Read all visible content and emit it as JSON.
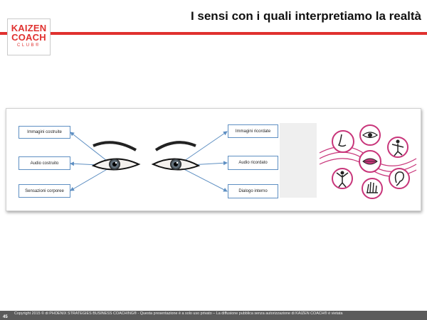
{
  "header": {
    "logo_line1": "KAIZEN",
    "logo_line2": "COACH",
    "logo_line3": "CLUB®",
    "title": "I sensi con i quali interpretiamo la realtà"
  },
  "diagram": {
    "left_labels": [
      "Immagini costruite",
      "Audio costruito",
      "Sensazioni corporee"
    ],
    "right_labels": [
      "Immagini ricordate",
      "Audio ricordato",
      "Dialogo interno"
    ]
  },
  "senses_icons": [
    "eye-icon",
    "nose-icon",
    "mouth-icon",
    "ear-icon",
    "hand-icon",
    "person-icon",
    "dancer-icon"
  ],
  "footer": {
    "copyright": "Copyright 2015 © di PHOENIX STRATEGIES BUSINESS COACHING® - Questa presentazione è a solo uso privato – La diffusione pubblica senza autorizzazione di KAIZEN COACH® è vietata",
    "page_number": "45"
  },
  "colors": {
    "brand_red": "#e0312f",
    "arrow_blue": "#5e8fc2",
    "icon_magenta": "#c8357a"
  }
}
